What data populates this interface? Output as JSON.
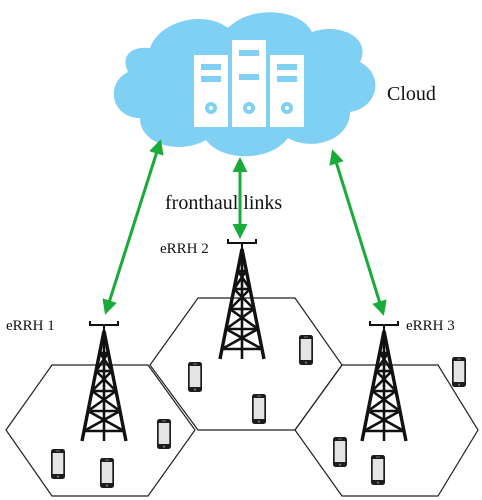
{
  "cloud": {
    "label": "Cloud",
    "color": "#7fd0f2",
    "servers": 3
  },
  "links": {
    "label": "fronthaul links",
    "color": "#1aaa3a"
  },
  "towers": [
    {
      "id": "erhh1",
      "label": "eRRH 1"
    },
    {
      "id": "erhh2",
      "label": "eRRH 2"
    },
    {
      "id": "erhh3",
      "label": "eRRH 3"
    }
  ],
  "cells": 3,
  "user_devices": {
    "cell_1": 3,
    "cell_2": 3,
    "cell_3": 3
  }
}
